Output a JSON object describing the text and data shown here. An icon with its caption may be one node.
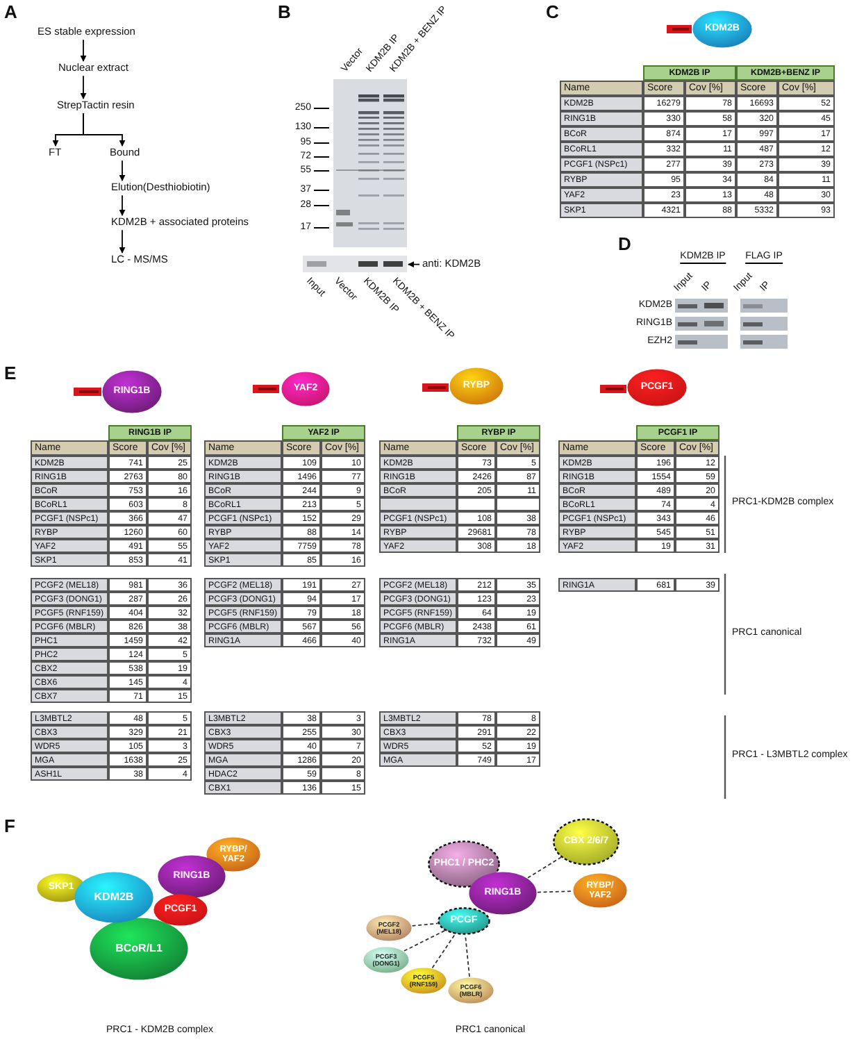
{
  "diagram": {
    "nodes": [
      {
        "text": [
          "ES stable expression"
        ]
      },
      {
        "text": [
          "Nuclear extract"
        ]
      },
      {
        "text": [
          "StrepTactin resin"
        ]
      },
      {
        "text": [
          "FT"
        ]
      },
      {
        "text": [
          "Bound"
        ]
      },
      {
        "text": [
          "Elution(Desthiobiotin)"
        ]
      },
      {
        "text": [
          "KDM2B + associated proteins"
        ]
      },
      {
        "text": [
          "LC - MS/MS"
        ]
      },
      {
        "text": [
          "anti: KDM2B"
        ]
      },
      {
        "text": [],
        "shape": "picture"
      },
      {
        "text": [
          "KDM2B"
        ]
      },
      {
        "text": [
          "RING1B"
        ]
      },
      {
        "text": [
          "YAF2"
        ]
      },
      {
        "text": [
          "RYBP"
        ]
      },
      {
        "text": [
          "PCGF1"
        ]
      },
      {
        "text": [
          "SKP1"
        ]
      },
      {
        "text": [
          "KDM2B"
        ]
      },
      {
        "text": [
          "RING1B"
        ]
      },
      {
        "text": [
          "RYBP/ YAF2"
        ]
      },
      {
        "text": [
          "PCGF1"
        ]
      },
      {
        "text": [
          "BCoR/L1"
        ]
      },
      {
        "text": [
          "PHC1 / PHC2"
        ]
      },
      {
        "text": [
          "CBX 2/6/7"
        ]
      },
      {
        "text": [
          "RING1B"
        ]
      },
      {
        "text": [
          "RYBP/ YAF2"
        ]
      },
      {
        "text": [
          "PCGF"
        ]
      },
      {
        "text": [
          "PCGF2 (MEL18)"
        ]
      },
      {
        "text": [
          "PCGF3 (DONG1)"
        ]
      },
      {
        "text": [
          "PCGF5 (RNF159)"
        ]
      },
      {
        "text": [
          "PCGF6 (MBLR)"
        ]
      }
    ],
    "edges": [
      {
        "from": 0,
        "to": 1,
        "arrow": "to"
      },
      {
        "from": 1,
        "to": 2,
        "arrow": "to"
      },
      {
        "from": 2,
        "to": 3,
        "arrow": "to"
      },
      {
        "from": 2,
        "to": 4,
        "arrow": "to"
      },
      {
        "from": 4,
        "to": 5,
        "arrow": "to"
      },
      {
        "from": 5,
        "to": 6,
        "arrow": "to"
      },
      {
        "from": 6,
        "to": 7,
        "arrow": "to"
      },
      {
        "from": 8,
        "to": 9,
        "arrow": "to"
      },
      {
        "from": 23,
        "to": 22,
        "arrow": "none",
        "style": "dashed"
      },
      {
        "from": 23,
        "to": 24,
        "arrow": "none",
        "style": "dashed"
      },
      {
        "from": 26,
        "to": 25,
        "arrow": "none",
        "style": "dashed"
      },
      {
        "from": 27,
        "to": 25,
        "arrow": "none",
        "style": "dashed"
      },
      {
        "from": 28,
        "to": 25,
        "arrow": "none",
        "style": "dashed"
      },
      {
        "from": 29,
        "to": 25,
        "arrow": "none",
        "style": "dashed"
      }
    ],
    "labels": [
      "A",
      "B",
      "Vector",
      "KDM2B IP",
      "KDM2B + BENZ IP",
      "250",
      "130",
      "95",
      "72",
      "55",
      "37",
      "28",
      "17",
      "Input",
      "Vector",
      "KDM2B IP",
      "KDM2B + BENZ IP",
      "C",
      "KDM2B IP",
      "KDM2B+BENZ IP",
      "Name",
      "Score",
      "Cov [%]",
      "Score",
      "Cov [%]",
      "KDM2B",
      "16279",
      "78",
      "16693",
      "52",
      "RING1B",
      "330",
      "58",
      "320",
      "45",
      "BCoR",
      "874",
      "17",
      "997",
      "17",
      "BCoRL1",
      "332",
      "11",
      "487",
      "12",
      "PCGF1 (NSPc1)",
      "277",
      "39",
      "273",
      "39",
      "RYBP",
      "95",
      "34",
      "84",
      "11",
      "YAF2",
      "23",
      "13",
      "48",
      "30",
      "SKP1",
      "4321",
      "88",
      "5332",
      "93",
      "D",
      "KDM2B IP",
      "FLAG IP",
      "Input",
      "IP",
      "Input",
      "IP",
      "KDM2B",
      "RING1B",
      "EZH2",
      "E",
      "RING1B IP",
      "Name",
      "Score",
      "Cov [%]",
      "KDM2B",
      "741",
      "25",
      "RING1B",
      "2763",
      "80",
      "BCoR",
      "753",
      "16",
      "BCoRL1",
      "603",
      "8",
      "PCGF1 (NSPc1)",
      "366",
      "47",
      "RYBP",
      "1260",
      "60",
      "YAF2",
      "491",
      "55",
      "SKP1",
      "853",
      "41",
      "PCGF2 (MEL18)",
      "981",
      "36",
      "PCGF3 (DONG1)",
      "287",
      "26",
      "PCGF5 (RNF159)",
      "404",
      "32",
      "PCGF6 (MBLR)",
      "826",
      "38",
      "PHC1",
      "1459",
      "42",
      "PHC2",
      "124",
      "5",
      "CBX2",
      "538",
      "19",
      "CBX6",
      "145",
      "4",
      "CBX7",
      "71",
      "15",
      "L3MBTL2",
      "48",
      "5",
      "CBX3",
      "329",
      "21",
      "WDR5",
      "105",
      "3",
      "MGA",
      "1638",
      "25",
      "ASH1L",
      "38",
      "4",
      "YAF2 IP",
      "Name",
      "Score",
      "Cov [%]",
      "KDM2B",
      "109",
      "10",
      "RING1B",
      "1496",
      "77",
      "BCoR",
      "244",
      "9",
      "BCoRL1",
      "213",
      "5",
      "PCGF1 (NSPc1)",
      "152",
      "29",
      "RYBP",
      "88",
      "14",
      "YAF2",
      "7759",
      "78",
      "SKP1",
      "85",
      "16",
      "PCGF2 (MEL18)",
      "191",
      "27",
      "PCGF3 (DONG1)",
      "94",
      "17",
      "PCGF5 (RNF159)",
      "79",
      "18",
      "PCGF6 (MBLR)",
      "567",
      "56",
      "RING1A",
      "466",
      "40",
      "L3MBTL2",
      "38",
      "3",
      "CBX3",
      "255",
      "30",
      "WDR5",
      "40",
      "7",
      "MGA",
      "1286",
      "20",
      "HDAC2",
      "59",
      "8",
      "CBX1",
      "136",
      "15",
      "RYBP IP",
      "Name",
      "Score",
      "Cov [%]",
      "KDM2B",
      "73",
      "5",
      "RING1B",
      "2426",
      "87",
      "BCoR",
      "205",
      "11",
      "PCGF1 (NSPc1)",
      "108",
      "38",
      "RYBP",
      "29681",
      "78",
      "YAF2",
      "308",
      "18",
      "PCGF2 (MEL18)",
      "212",
      "35",
      "PCGF3 (DONG1)",
      "123",
      "23",
      "PCGF5 (RNF159)",
      "64",
      "19",
      "PCGF6 (MBLR)",
      "2438",
      "61",
      "RING1A",
      "732",
      "49",
      "L3MBTL2",
      "78",
      "8",
      "CBX3",
      "291",
      "22",
      "WDR5",
      "52",
      "19",
      "MGA",
      "749",
      "17",
      "PCGF1 IP",
      "Name",
      "Score",
      "Cov [%]",
      "KDM2B",
      "196",
      "12",
      "RING1B",
      "1554",
      "59",
      "BCoR",
      "489",
      "20",
      "BCoRL1",
      "74",
      "4",
      "PCGF1 (NSPc1)",
      "343",
      "46",
      "RYBP",
      "545",
      "51",
      "YAF2",
      "19",
      "31",
      "RING1A",
      "681",
      "39",
      "PRC1-KDM2B complex",
      "PRC1 canonical",
      "PRC1 - L3MBTL2 complex",
      "F",
      "PRC1 - KDM2B complex",
      "PRC1 canonical"
    ]
  }
}
